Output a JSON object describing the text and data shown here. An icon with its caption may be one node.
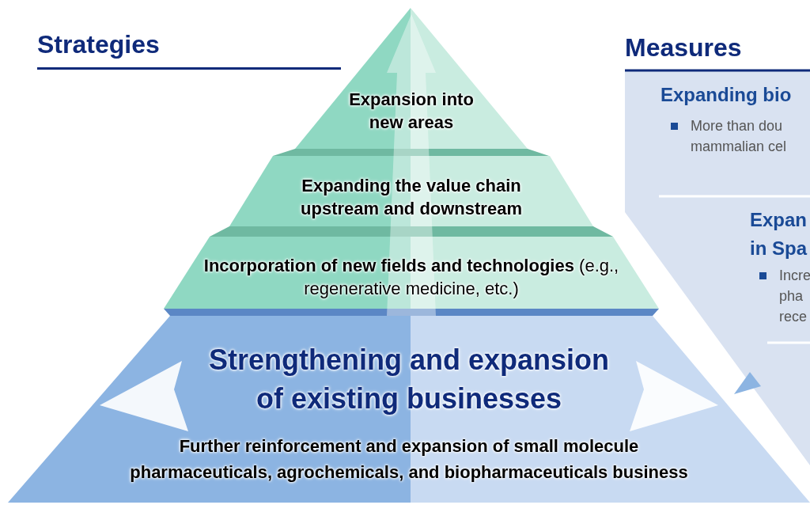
{
  "diagram": {
    "nodes": [
      {
        "text": [
          "Expansion into new areas"
        ]
      },
      {
        "text": [
          "Expanding the value chain upstream and downstream"
        ]
      },
      {
        "text": [
          "**Incorporation of new fields and technologies** (e.g., regenerative medicine, etc.)"
        ]
      },
      {
        "text": [
          "Strengthening and expansion of existing businesses",
          "Further reinforcement and expansion of small molecule pharmaceuticals, agrochemicals, and biopharmaceuticals business"
        ]
      },
      {
        "text": [
          "Measures"
        ]
      },
      {
        "text": [
          "Expanding bio",
          "More than dou mammalian cel"
        ],
        "in": 4
      },
      {
        "text": [
          "Expan in Spa",
          "Incre pha rece"
        ],
        "in": 4
      },
      {
        "text": [],
        "shape": "chevron",
        "in": 3
      },
      {
        "text": [],
        "shape": "chevron"
      }
    ],
    "edges": [
      {
        "from": 3,
        "to": 0,
        "arrow": "to"
      }
    ],
    "labels": [
      "Strategies"
    ]
  }
}
